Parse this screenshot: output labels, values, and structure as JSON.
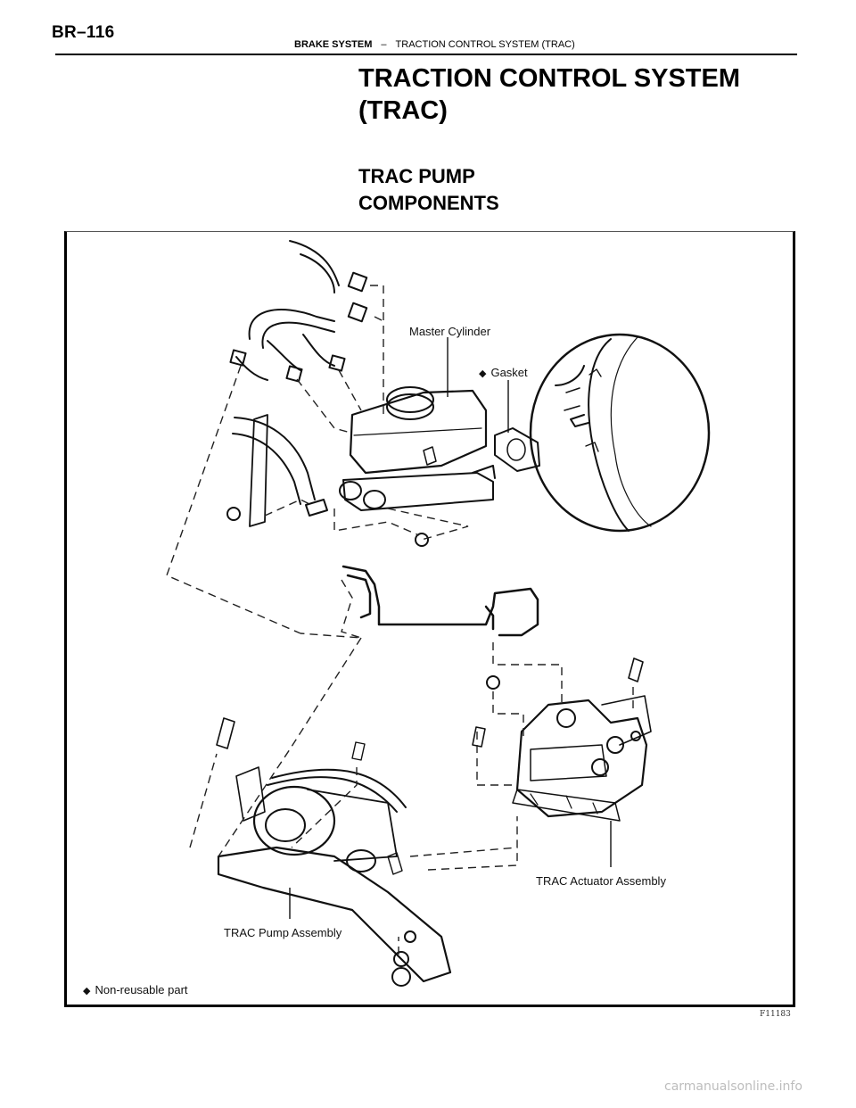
{
  "header": {
    "page_number": "BR–116",
    "system": "BRAKE SYSTEM",
    "separator": "–",
    "section": "TRACTION CONTROL SYSTEM (TRAC)"
  },
  "title": {
    "line1": "TRACTION CONTROL SYSTEM",
    "line2": "(TRAC)"
  },
  "subtitle": {
    "line1": "TRAC PUMP",
    "line2": "COMPONENTS"
  },
  "figure": {
    "labels": {
      "master_cylinder": "Master Cylinder",
      "gasket": "Gasket",
      "actuator": "TRAC Actuator Assembly",
      "pump": "TRAC Pump Assembly",
      "legend": "Non-reusable part"
    },
    "legend_symbol": "◆",
    "figure_id": "F11183"
  },
  "footer": {
    "watermark": "carmanualsonline.info"
  }
}
